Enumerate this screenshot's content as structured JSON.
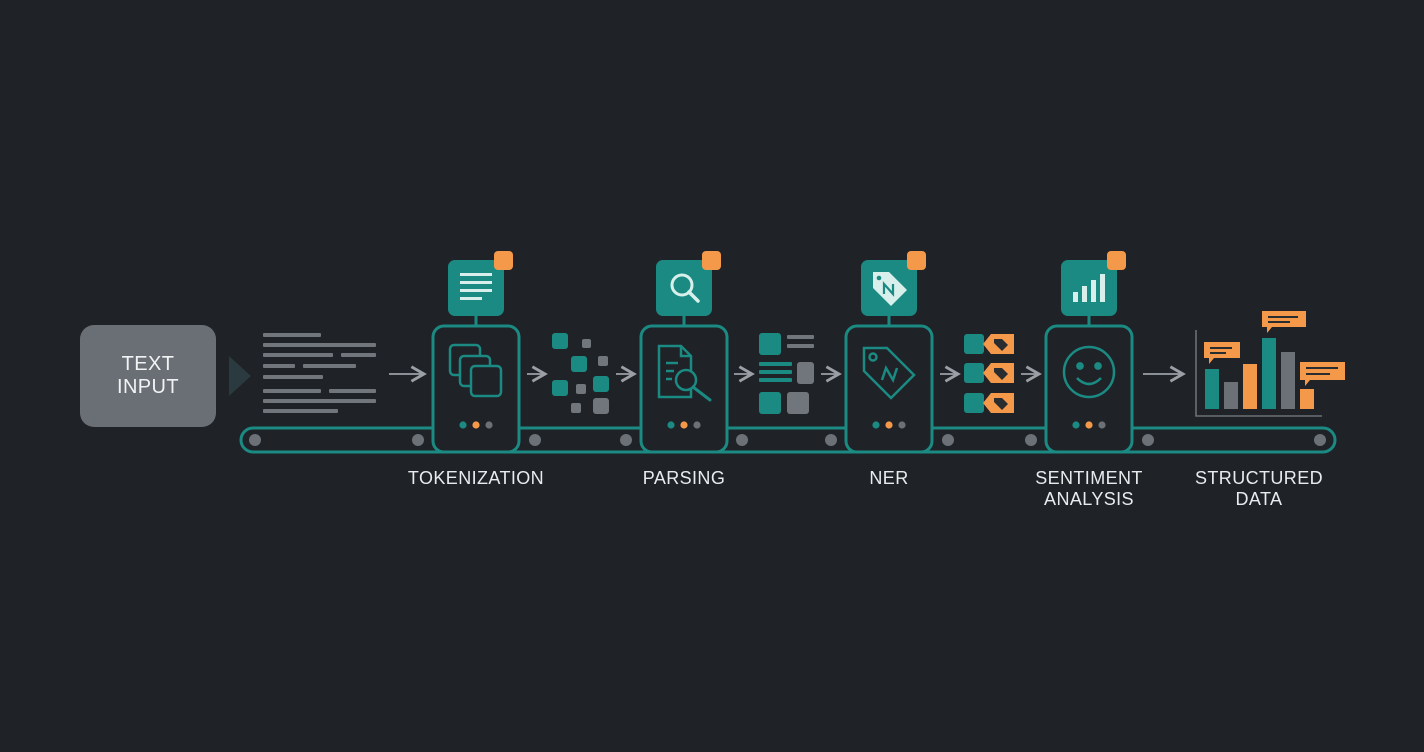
{
  "input": {
    "label": "TEXT\nINPUT"
  },
  "stages": [
    {
      "id": "tokenization",
      "label": "TOKENIZATION",
      "badge_icon": "document-lines-icon",
      "stage_icon": "stacked-pages-icon"
    },
    {
      "id": "parsing",
      "label": "PARSING",
      "badge_icon": "magnifier-icon",
      "stage_icon": "document-search-icon"
    },
    {
      "id": "ner",
      "label": "NER",
      "badge_icon": "tag-icon",
      "stage_icon": "tag-outline-icon"
    },
    {
      "id": "sentiment",
      "label": "SENTIMENT\nANALYSIS",
      "badge_icon": "bar-chart-icon",
      "stage_icon": "smiley-icon"
    }
  ],
  "output": {
    "label": "STRUCTURED\nDATA",
    "icon": "bar-chart-with-callouts-icon"
  },
  "colors": {
    "background": "#1f2226",
    "teal": "#1b8a82",
    "teal_dark": "#136e68",
    "orange": "#f4984a",
    "gray": "#5f656b",
    "text": "#e9ecee"
  }
}
